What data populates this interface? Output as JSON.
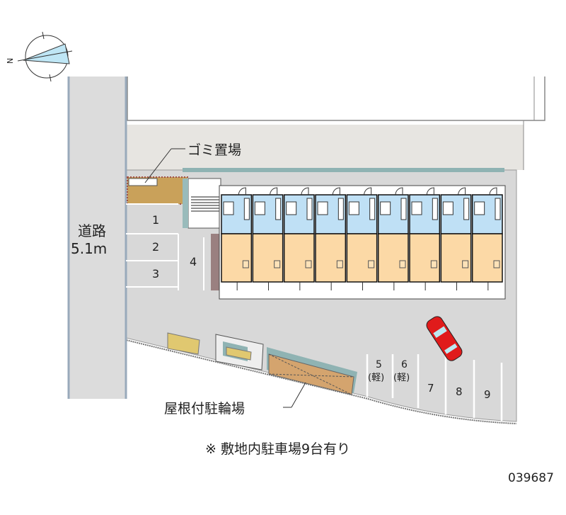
{
  "compass": {
    "north_label": "N"
  },
  "road": {
    "name": "道路",
    "width": "5.1m"
  },
  "labels": {
    "garbage": "ゴミ置場",
    "bicycle_parking": "屋根付駐輪場",
    "note": "※ 敷地内駐車場9台有り",
    "property_id": "039687"
  },
  "parking": {
    "spaces": [
      "1",
      "2",
      "3",
      "4",
      "5",
      "6",
      "7",
      "8",
      "9"
    ],
    "kei_label": "(軽)"
  },
  "building": {
    "unit_count": 9
  },
  "colors": {
    "ground": "#d8d8d8",
    "band": "#e7e5e1",
    "unit_wet": "#bfe0f5",
    "unit_room": "#fcd9a6",
    "bike_roof": "#d4a46e",
    "teal": "#8fb3b3",
    "car": "#e01b1b"
  }
}
